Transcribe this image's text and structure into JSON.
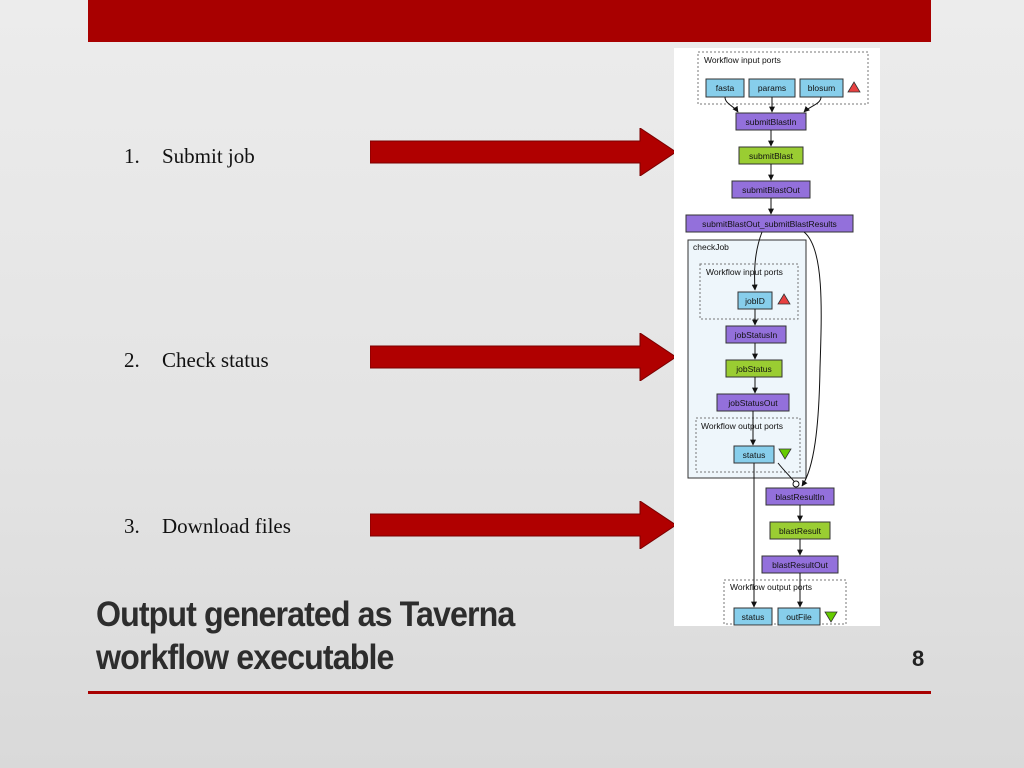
{
  "steps": [
    {
      "number": "1.",
      "label": "Submit job"
    },
    {
      "number": "2.",
      "label": "Check status"
    },
    {
      "number": "3.",
      "label": "Download files"
    }
  ],
  "title": {
    "line1": "Output generated as Taverna",
    "line2": "workflow executable"
  },
  "page_number": "8",
  "workflow": {
    "input_ports_label": "Workflow input ports",
    "inputs": [
      "fasta",
      "params",
      "blosum"
    ],
    "submitBlastIn": "submitBlastIn",
    "submitBlast": "submitBlast",
    "submitBlastOut": "submitBlastOut",
    "submitBlastResults": "submitBlastOut_submitBlastResults",
    "checkJob": {
      "label": "checkJob",
      "input_ports_label": "Workflow input ports",
      "jobID": "jobID",
      "jobStatusIn": "jobStatusIn",
      "jobStatus": "jobStatus",
      "jobStatusOut": "jobStatusOut",
      "output_ports_label": "Workflow output ports",
      "status": "status"
    },
    "blastResultIn": "blastResultIn",
    "blastResult": "blastResult",
    "blastResultOut": "blastResultOut",
    "output_ports_label": "Workflow output ports",
    "outputs": [
      "status",
      "outFile"
    ]
  },
  "colors": {
    "accent": "#a80000",
    "port": "#87ceeb",
    "service": "#9370db",
    "processor": "#9acd32",
    "input_marker": "#e84040",
    "output_marker": "#66cc00"
  }
}
